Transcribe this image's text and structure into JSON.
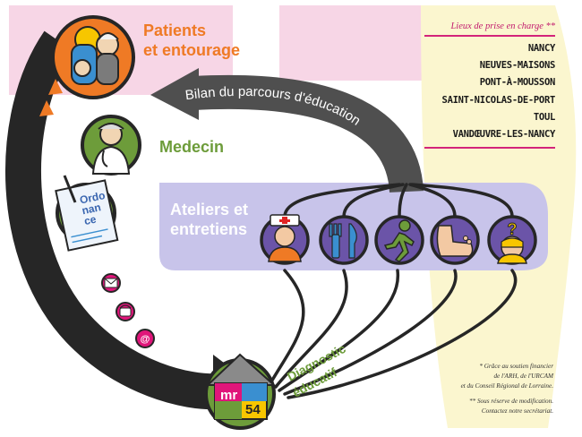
{
  "nodes": {
    "patients": {
      "line1": "Patients",
      "line2": "et entourage"
    },
    "medecin": {
      "label": "Medecin"
    },
    "ordonnance": {
      "line1": "Ordo",
      "line2": "nan",
      "line3": "ce"
    },
    "ateliers": {
      "line1": "Ateliers et",
      "line2": "entretiens"
    },
    "diagnostic": {
      "line1": "Diagnostic",
      "line2": "éducatif"
    },
    "logo": {
      "text1": "mr",
      "text2": "54"
    }
  },
  "arrows": {
    "bilan": "Bilan du parcours d'éducation"
  },
  "cities": {
    "heading": "Lieux de prise en charge **",
    "items": [
      "NANCY",
      "NEUVES-MAISONS",
      "PONT-À-MOUSSON",
      "SAINT-NICOLAS-DE-PORT",
      "TOUL",
      "VANDŒUVRE-LES-NANCY"
    ]
  },
  "footnotes": {
    "funding": [
      "* Grâce au soutien financier",
      "de l'ARH, de l'URCAM",
      "et du Conseil Régional de Lorraine."
    ],
    "notice": [
      "** Sous réserve de modification.",
      "Contactez notre secrétariat."
    ]
  },
  "workshop_icons": [
    "nurse-icon",
    "fork-knife-icon",
    "runner-icon",
    "foot-icon",
    "question-head-icon"
  ],
  "contact_icons": [
    "mail-icon",
    "phone-icon",
    "at-sign-icon"
  ],
  "colors": {
    "arrow": "#262626",
    "orange": "#ef7a25",
    "green": "#6d9c3a",
    "lavender": "#c8c4ea",
    "purple": "#6b54a8",
    "pink": "#f7d6e6",
    "yellow": "#fbf6cf",
    "magenta": "#e0157a"
  }
}
